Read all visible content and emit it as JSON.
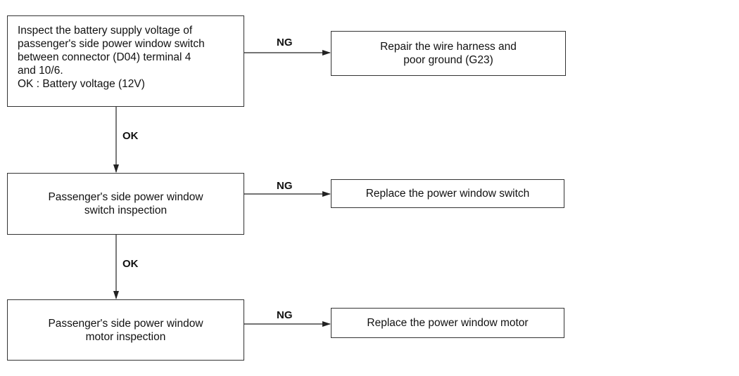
{
  "steps": [
    {
      "lines": [
        "Inspect the battery supply voltage of",
        "passenger's side power window switch",
        "between connector (D04) terminal 4",
        "and 10/6.",
        "OK : Battery voltage (12V)"
      ],
      "ng_label": "NG",
      "ng_action_lines": [
        "Repair the wire harness and",
        "poor ground (G23)"
      ],
      "ok_label": "OK"
    },
    {
      "lines": [
        "Passenger's side power window",
        "switch inspection"
      ],
      "ng_label": "NG",
      "ng_action_lines": [
        "Replace the power window switch"
      ],
      "ok_label": "OK"
    },
    {
      "lines": [
        "Passenger's side power window",
        "motor inspection"
      ],
      "ng_label": "NG",
      "ng_action_lines": [
        "Replace the power window motor"
      ]
    }
  ]
}
